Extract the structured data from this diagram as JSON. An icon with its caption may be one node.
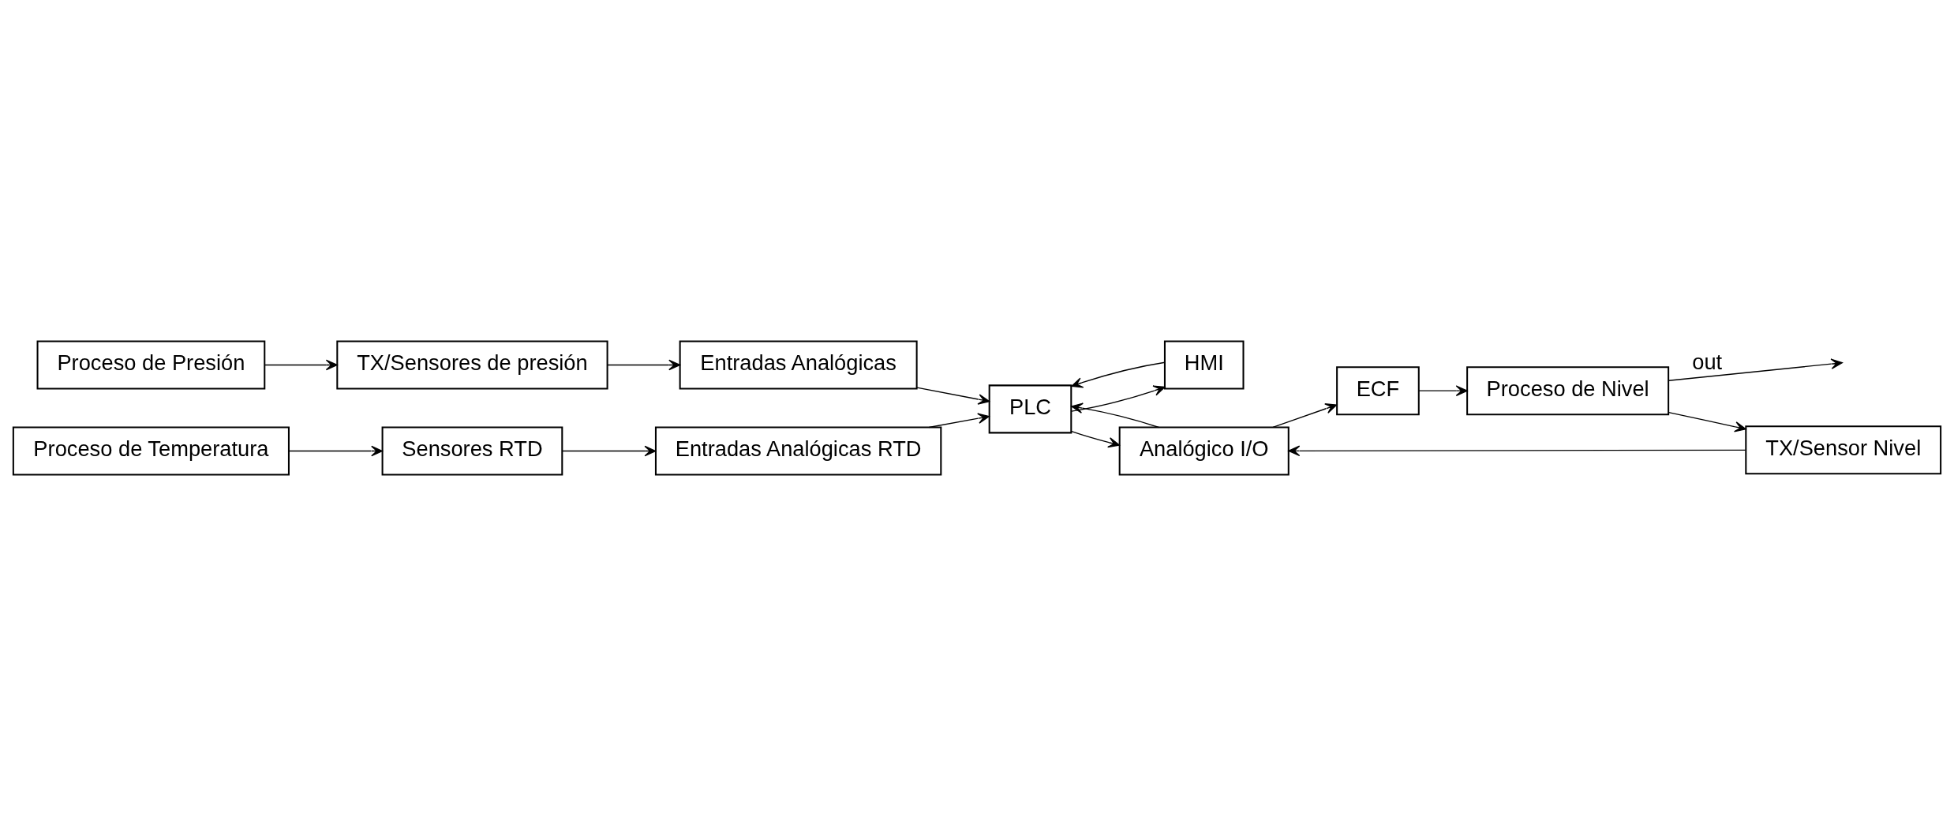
{
  "diagram": {
    "nodes": [
      {
        "text": [
          "Proceso de Presión"
        ]
      },
      {
        "text": [
          "TX/Sensores de presión"
        ]
      },
      {
        "text": [
          "Entradas Analógicas"
        ]
      },
      {
        "text": [
          "HMI"
        ]
      },
      {
        "text": [
          "PLC"
        ]
      },
      {
        "text": [
          "Entradas Analógicas RTD"
        ]
      },
      {
        "text": [
          "Sensores RTD"
        ]
      },
      {
        "text": [
          "Proceso de Temperatura"
        ]
      },
      {
        "text": [
          "Analógico I/O"
        ]
      },
      {
        "text": [
          "ECF"
        ]
      },
      {
        "text": [
          "Proceso de Nivel"
        ]
      },
      {
        "text": [
          "TX/Sensor Nivel"
        ]
      }
    ],
    "edges": [
      {
        "from": 0,
        "to": 1,
        "arrow": "to"
      },
      {
        "from": 1,
        "to": 2,
        "arrow": "to"
      },
      {
        "from": 2,
        "to": 4,
        "arrow": "to"
      },
      {
        "from": 3,
        "to": 4,
        "arrow": "to"
      },
      {
        "from": 4,
        "to": 3,
        "arrow": "to"
      },
      {
        "from": 5,
        "to": 4,
        "arrow": "to"
      },
      {
        "from": 6,
        "to": 5,
        "arrow": "to"
      },
      {
        "from": 7,
        "to": 6,
        "arrow": "to"
      },
      {
        "from": 4,
        "to": 8,
        "arrow": "to"
      },
      {
        "from": 8,
        "to": 4,
        "arrow": "to"
      },
      {
        "from": 8,
        "to": 9,
        "arrow": "to"
      },
      {
        "from": 9,
        "to": 10,
        "arrow": "to"
      },
      {
        "from": 10,
        "to": null,
        "arrow": "to",
        "label": "out"
      },
      {
        "from": 10,
        "to": 11,
        "arrow": "to"
      },
      {
        "from": 11,
        "to": 8,
        "arrow": "to"
      }
    ]
  }
}
